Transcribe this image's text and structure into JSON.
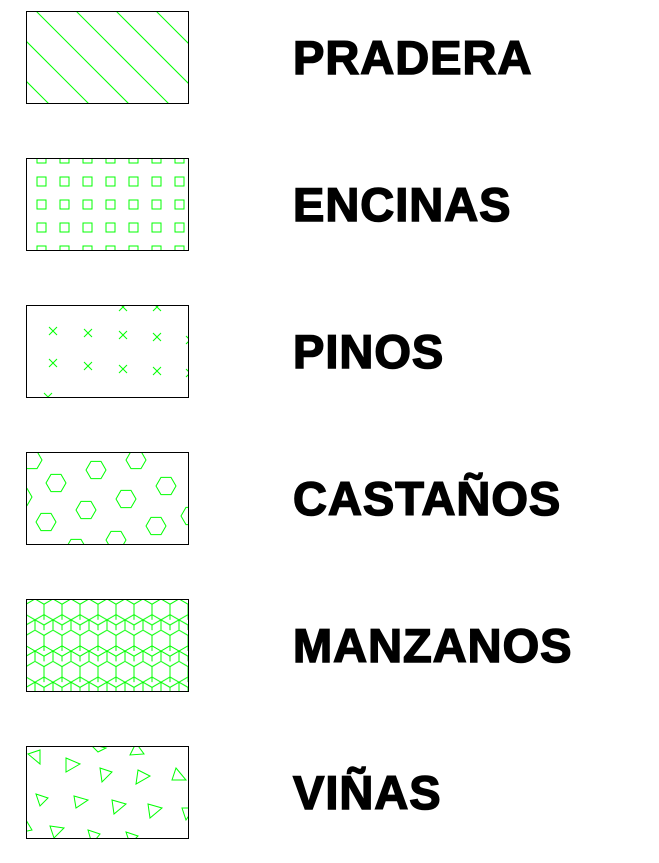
{
  "legend": {
    "hatch_color": "#00ff00",
    "border_color": "#000000",
    "items": [
      {
        "label": "PRADERA",
        "pattern": "diagonal-lines"
      },
      {
        "label": "ENCINAS",
        "pattern": "squares-grid"
      },
      {
        "label": "PINOS",
        "pattern": "crosses"
      },
      {
        "label": "CASTAÑOS",
        "pattern": "scattered-hexagons"
      },
      {
        "label": "MANZANOS",
        "pattern": "hexagon-mesh"
      },
      {
        "label": "VIÑAS",
        "pattern": "scattered-triangles"
      }
    ]
  }
}
